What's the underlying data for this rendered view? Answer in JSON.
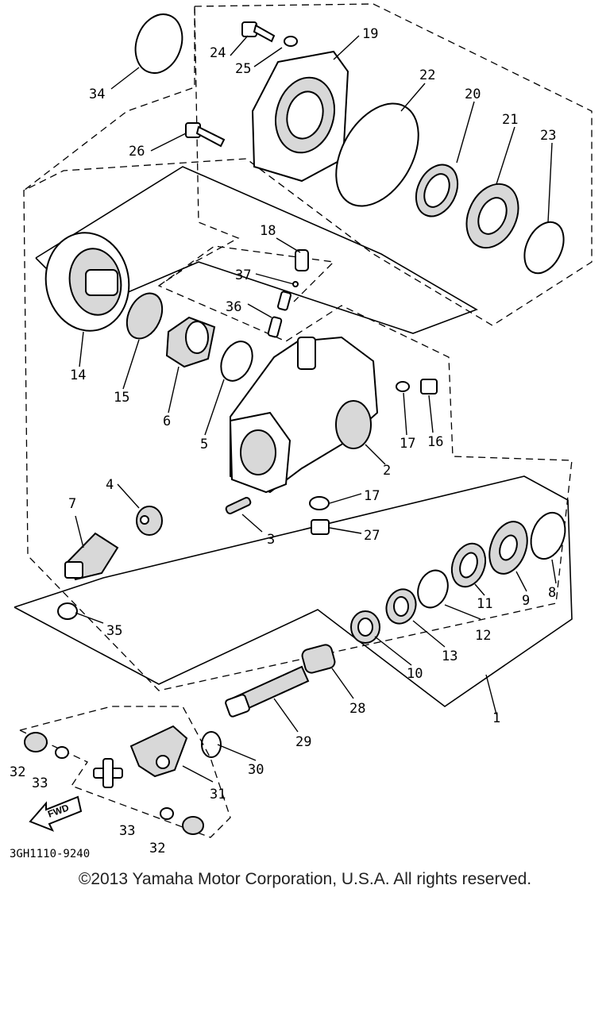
{
  "diagram": {
    "code": "3GH1110-9240",
    "fwd_label": "FWD",
    "callouts": {
      "p1": "1",
      "p2": "2",
      "p3": "3",
      "p4": "4",
      "p5": "5",
      "p6": "6",
      "p7": "7",
      "p8": "8",
      "p9": "9",
      "p10": "10",
      "p11": "11",
      "p12": "12",
      "p13": "13",
      "p14": "14",
      "p15": "15",
      "p16": "16",
      "p17a": "17",
      "p17b": "17",
      "p18": "18",
      "p19": "19",
      "p20": "20",
      "p21": "21",
      "p22": "22",
      "p23": "23",
      "p24": "24",
      "p25": "25",
      "p26": "26",
      "p27": "27",
      "p28": "28",
      "p29": "29",
      "p30": "30",
      "p31": "31",
      "p32a": "32",
      "p32b": "32",
      "p33a": "33",
      "p33b": "33",
      "p34": "34",
      "p35": "35",
      "p36": "36",
      "p37": "37"
    }
  },
  "copyright": "©2013 Yamaha Motor Corporation, U.S.A. All rights reserved."
}
